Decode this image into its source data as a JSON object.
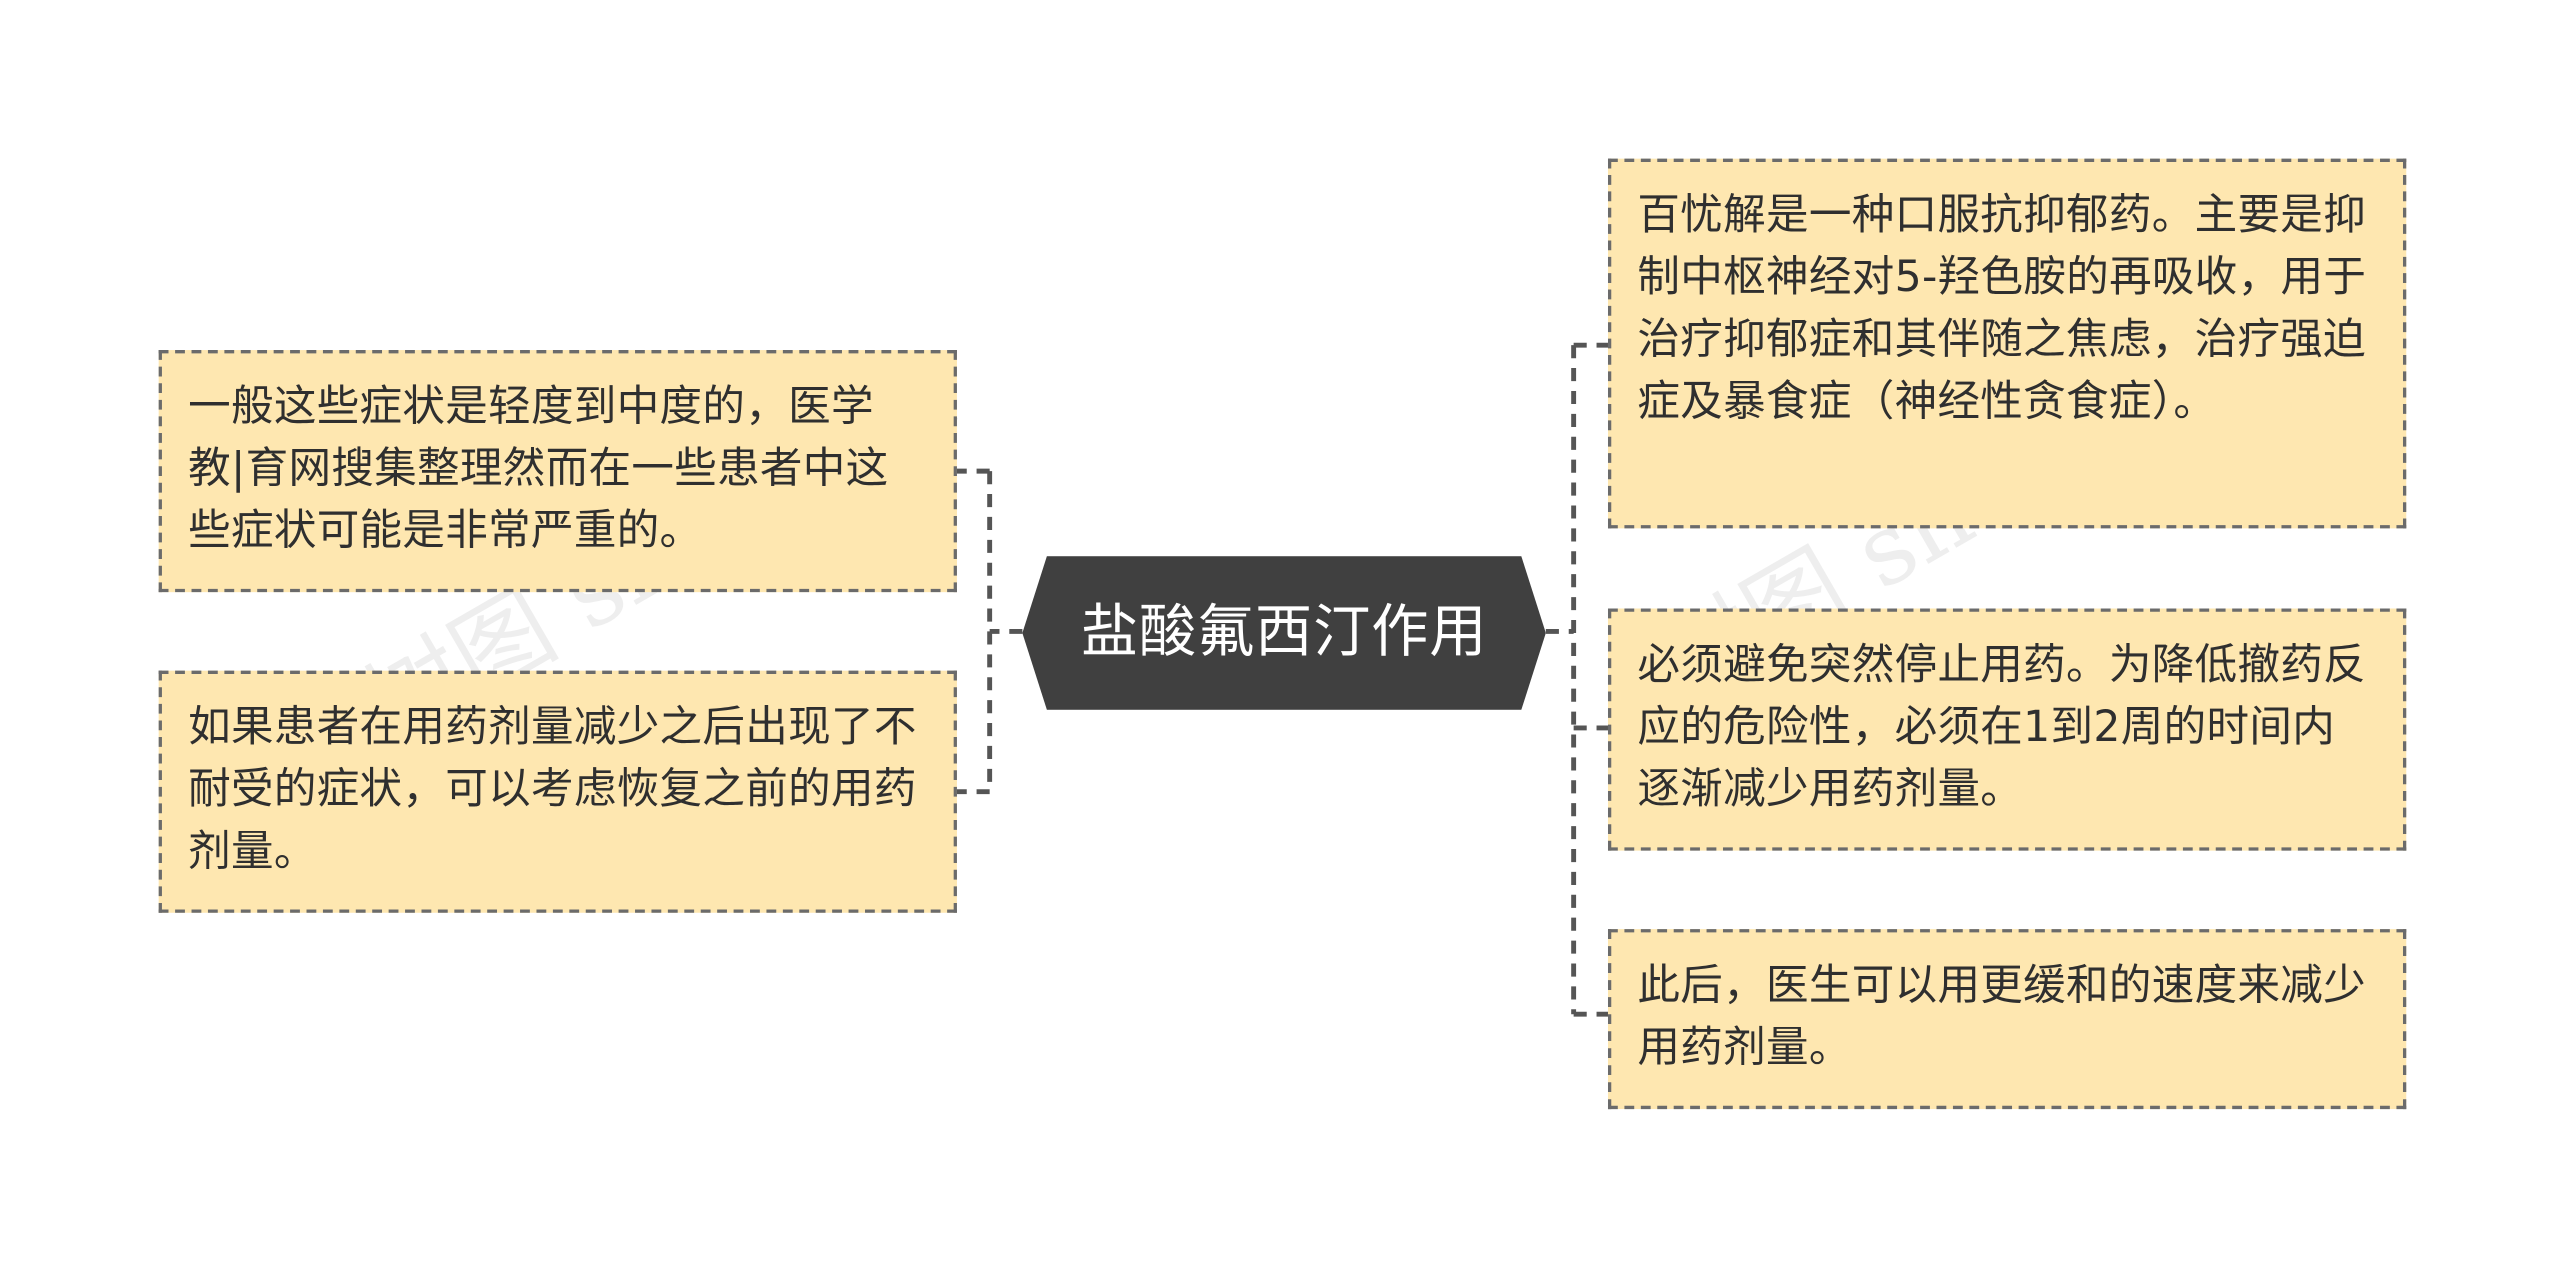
{
  "root": {
    "label": "盐酸氟西汀作用",
    "fill_color": "#404040",
    "text_color": "#ffffff"
  },
  "left_children": [
    {
      "text": "一般这些症状是轻度到中度的，医学教|育网搜集整理然而在一些患者中这些症状可能是非常严重的。"
    },
    {
      "text": "如果患者在用药剂量减少之后出现了不耐受的症状，可以考虑恢复之前的用药剂量。"
    }
  ],
  "right_children": [
    {
      "text": "百忧解是一种口服抗抑郁药。主要是抑制中枢神经对5-羟色胺的再吸收，用于治疗抑郁症和其伴随之焦虑，治疗强迫症及暴食症（神经性贪食症）。"
    },
    {
      "text": "必须避免突然停止用药。为降低撤药反应的危险性，必须在1到2周的时间内逐渐减少用药剂量。"
    },
    {
      "text": "此后，医生可以用更缓和的速度来减少用药剂量。"
    }
  ],
  "watermarks": [
    "树图 shutu.cn",
    "树图 shutu.cn"
  ],
  "colors": {
    "leaf_fill": "#fee7b0",
    "leaf_border": "#6b6b6b",
    "connector": "#555555"
  }
}
